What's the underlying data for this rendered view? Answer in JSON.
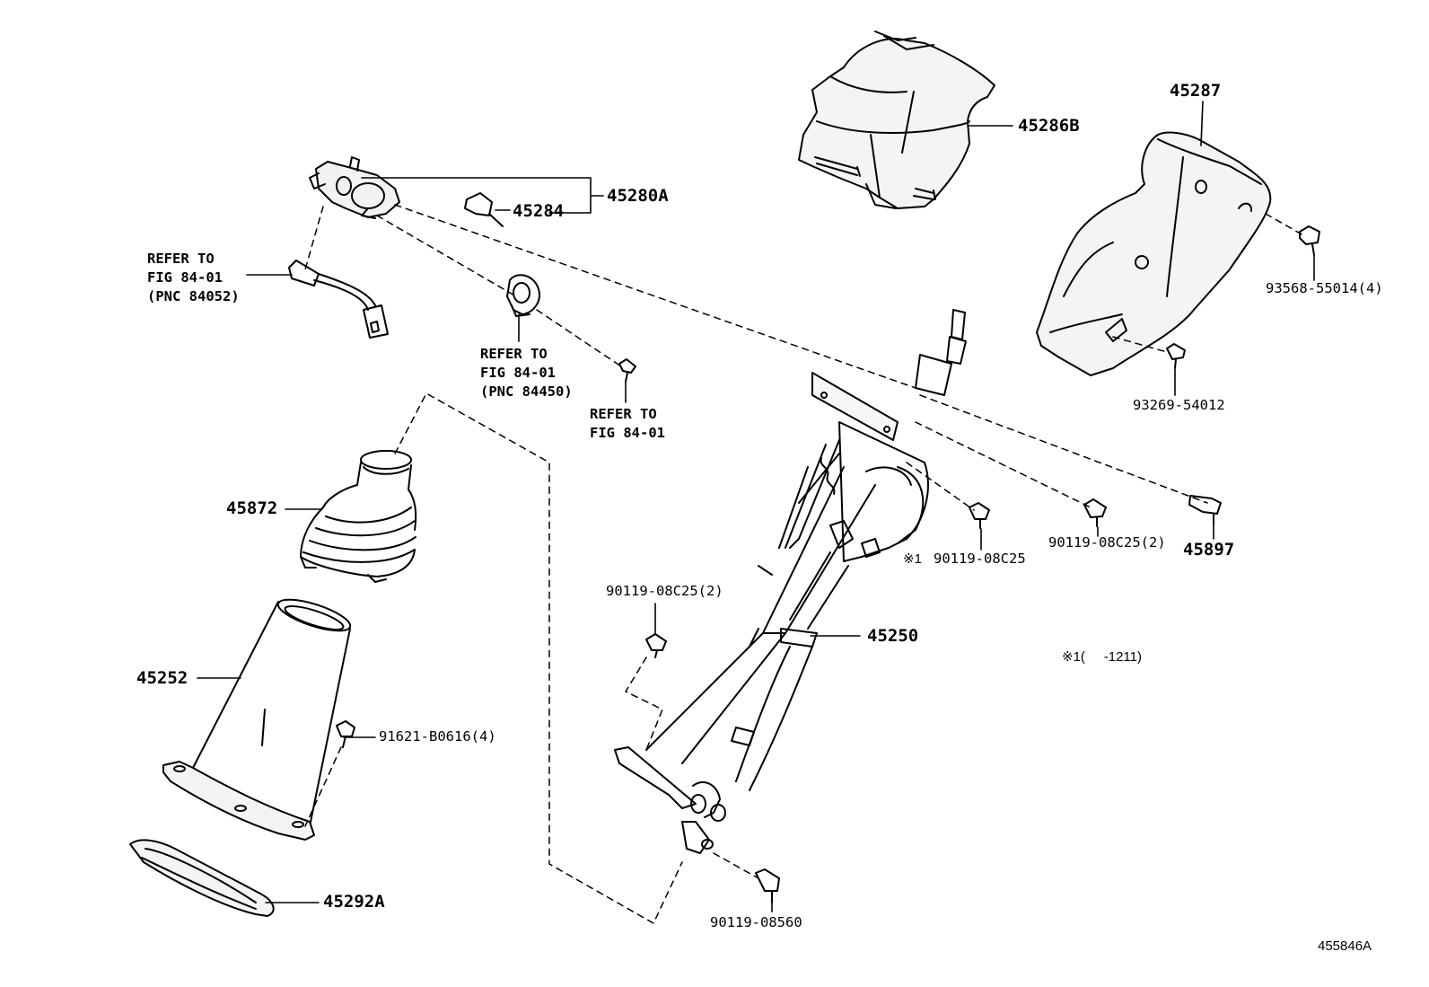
{
  "labels": {
    "p45286B": "45286B",
    "p45287": "45287",
    "p45280A": "45280A",
    "p45284": "45284",
    "p93568": "93568-55014(4)",
    "p93269": "93269-54012",
    "p45872": "45872",
    "p45252": "45252",
    "p91621": "91621-B0616(4)",
    "p45292A": "45292A",
    "p90119a": "90119-08C25(2)",
    "p45250": "45250",
    "p90119b": "90119-08C25",
    "p90119b_mark": "※1",
    "p90119c": "90119-08C25(2)",
    "p45897": "45897",
    "p90119d": "90119-08560",
    "footnote": "※1(     -1211)",
    "figure_id": "455846A"
  },
  "refs": {
    "ref1": {
      "line1": "REFER TO",
      "line2": "FIG 84-01",
      "line3": "(PNC 84052)"
    },
    "ref2": {
      "line1": "REFER TO",
      "line2": "FIG 84-01",
      "line3": "(PNC 84450)"
    },
    "ref3": {
      "line1": "REFER TO",
      "line2": "FIG 84-01"
    }
  }
}
